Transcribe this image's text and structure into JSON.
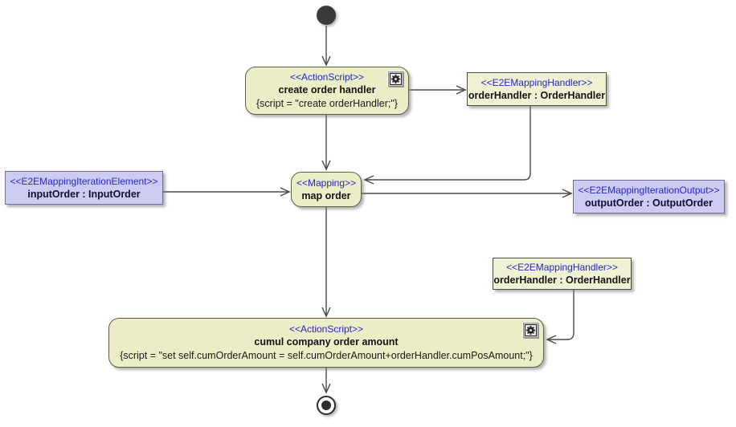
{
  "diagram": {
    "type": "uml-activity-diagram",
    "colors": {
      "background": "#ffffff",
      "action_node_fill": "#ecedc6",
      "handler_box_fill": "#f0f0d2",
      "iteration_box_fill": "#ccccf2",
      "stereotype_text": "#2626c9",
      "name_text": "#141414",
      "edge_line": "#4b4b4b"
    }
  },
  "nodes": {
    "start": {
      "kind": "initial-node"
    },
    "create_order_handler": {
      "stereotype": "<<ActionScript>>",
      "name": "create order handler",
      "script": "{script = \"create orderHandler;\"}",
      "icon": "gear-icon"
    },
    "order_handler_top": {
      "stereotype": "<<E2EMappingHandler>>",
      "name": "orderHandler : OrderHandler"
    },
    "map_order": {
      "stereotype": "<<Mapping>>",
      "name": "map order"
    },
    "input_order": {
      "stereotype": "<<E2EMappingIterationElement>>",
      "name": "inputOrder : InputOrder"
    },
    "output_order": {
      "stereotype": "<<E2EMappingIterationOutput>>",
      "name": "outputOrder : OutputOrder"
    },
    "order_handler_bottom": {
      "stereotype": "<<E2EMappingHandler>>",
      "name": "orderHandler : OrderHandler"
    },
    "cumul_company_order_amount": {
      "stereotype": "<<ActionScript>>",
      "name": "cumul company order amount",
      "script": "{script = \"set self.cumOrderAmount = self.cumOrderAmount+orderHandler.cumPosAmount;\"}",
      "icon": "gear-icon"
    },
    "end": {
      "kind": "final-node"
    }
  }
}
